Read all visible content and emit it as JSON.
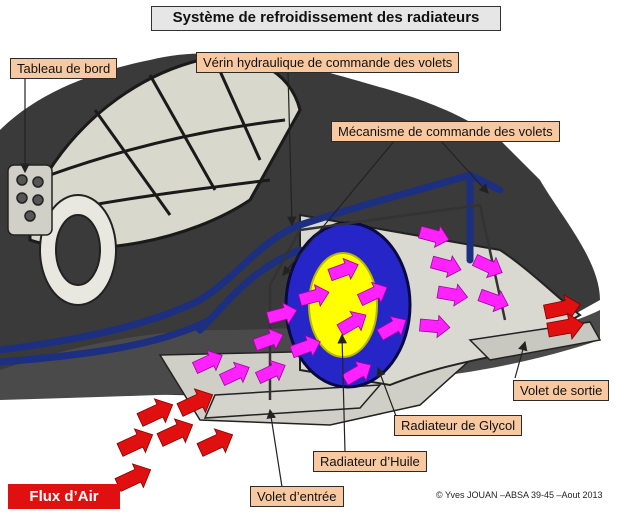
{
  "title": "Système de refroidissement des radiateurs",
  "labels": {
    "tableau_de_bord": "Tableau de bord",
    "verin_hydraulique": "Vérin hydraulique de commande des volets",
    "mecanisme_commande": "Mécanisme de commande des volets",
    "volet_de_sortie": "Volet de sortie",
    "radiateur_glycol": "Radiateur de Glycol",
    "radiateur_huile": "Radiateur d’Huile",
    "volet_entree": "Volet d’entrée",
    "flux_air": "Flux d’Air"
  },
  "credit": "© Yves JOUAN –ABSA 39-45 –Aout 2013",
  "colors": {
    "label_fill": "#f8c9a0",
    "airflow_inlet": "#e01010",
    "airflow_internal": "#ff22ff",
    "oil_radiator": "#ffff00",
    "glycol_radiator": "#2626c8",
    "fuselage": "#3a3a3a",
    "pipes": "#1c2f80"
  }
}
